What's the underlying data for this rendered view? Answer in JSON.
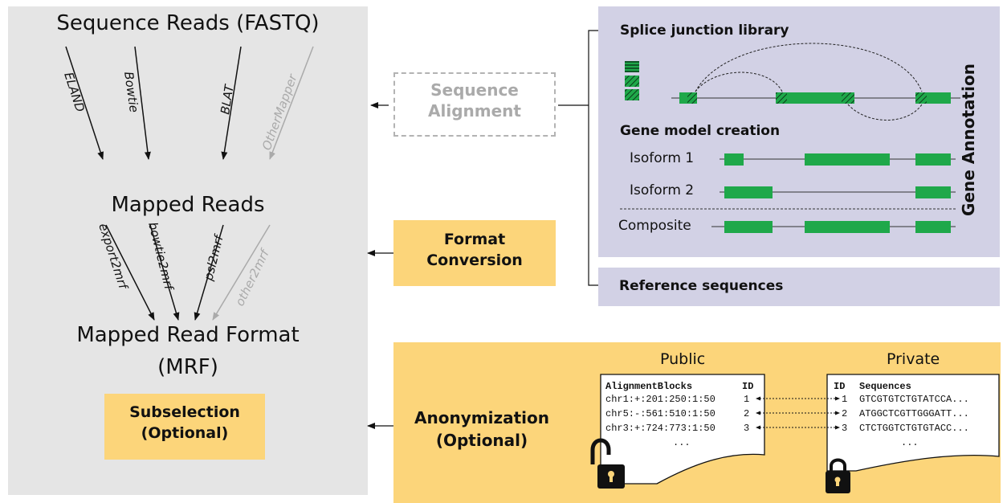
{
  "pipeline": {
    "sequence_reads": "Sequence Reads (FASTQ)",
    "mapped_reads": "Mapped Reads",
    "mrf_line1": "Mapped Read Format",
    "mrf_line2": "(MRF)",
    "mappers": [
      "ELAND",
      "Bowtie",
      "BLAT",
      "OtherMapper"
    ],
    "converters": [
      "export2mrf",
      "bowtie2mrf",
      "psl2mrf",
      "other2mrf"
    ],
    "subselection_line1": "Subselection",
    "subselection_line2": "(Optional)"
  },
  "steps": {
    "sequence_alignment_line1": "Sequence",
    "sequence_alignment_line2": "Alignment",
    "format_conversion_line1": "Format",
    "format_conversion_line2": "Conversion",
    "anonymization_line1": "Anonymization",
    "anonymization_line2": "(Optional)"
  },
  "annotation": {
    "splice_title": "Splice junction library",
    "gene_model_title": "Gene model creation",
    "isoforms": [
      "Isoform 1",
      "Isoform 2"
    ],
    "composite": "Composite",
    "side_label": "Gene Annotation",
    "reference": "Reference sequences"
  },
  "anonymization": {
    "public_label": "Public",
    "private_label": "Private",
    "public_headers": [
      "AlignmentBlocks",
      "ID"
    ],
    "public_rows": [
      [
        "chr1:+:201:250:1:50",
        "1"
      ],
      [
        "chr5:-:561:510:1:50",
        "2"
      ],
      [
        "chr3:+:724:773:1:50",
        "3"
      ]
    ],
    "private_headers": [
      "ID",
      "Sequences"
    ],
    "private_rows": [
      [
        "1",
        "GTCGTGTCTGTATCCA..."
      ],
      [
        "2",
        "ATGGCTCGTTGGGATT..."
      ],
      [
        "3",
        "CTCTGGTCTGTGTACC..."
      ]
    ],
    "ellipsis": "..."
  },
  "colors": {
    "panel_gray": "#e5e5e5",
    "box_yellow": "#fcd57a",
    "lavender": "#d2d1e5",
    "exon_green": "#1fa84a",
    "faded_gray": "#aaaaaa"
  }
}
